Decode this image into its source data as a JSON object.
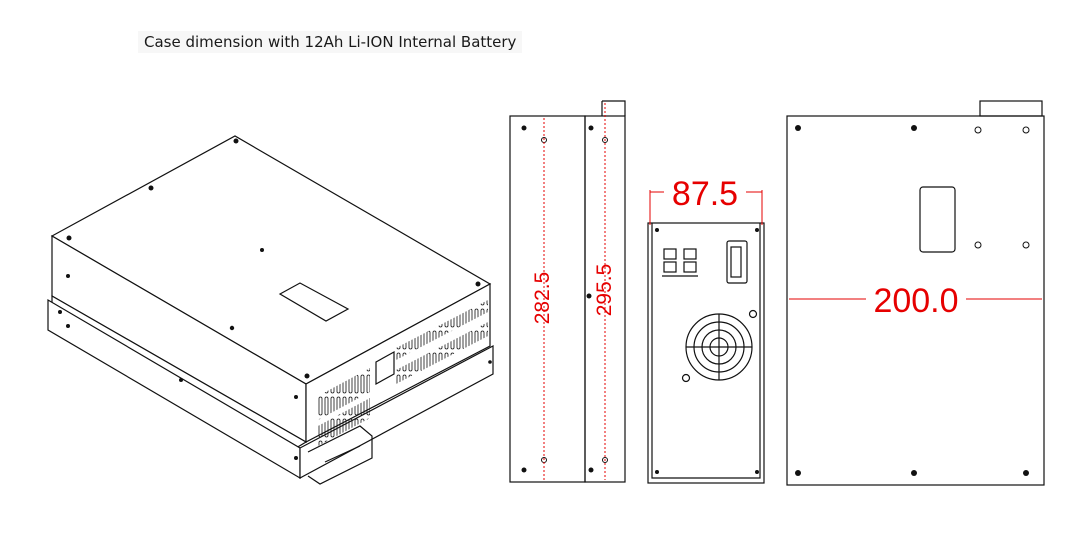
{
  "title": "Case dimension with 12Ah Li-ION Internal Battery",
  "dimensions": {
    "side_inner_height": "282.5",
    "side_outer_height": "295.5",
    "end_width": "87.5",
    "top_length": "200.0"
  },
  "colors": {
    "line": "#111111",
    "dimension": "#e60000",
    "background": "#ffffff"
  }
}
